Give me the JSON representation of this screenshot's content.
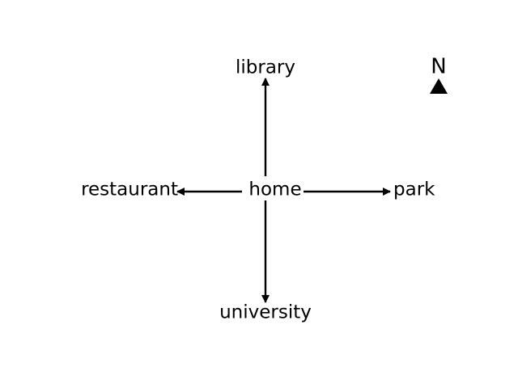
{
  "diagram": {
    "center": "home",
    "destinations": {
      "north": "library",
      "south": "university",
      "east": "park",
      "west": "restaurant"
    },
    "compass": {
      "label": "N"
    }
  }
}
